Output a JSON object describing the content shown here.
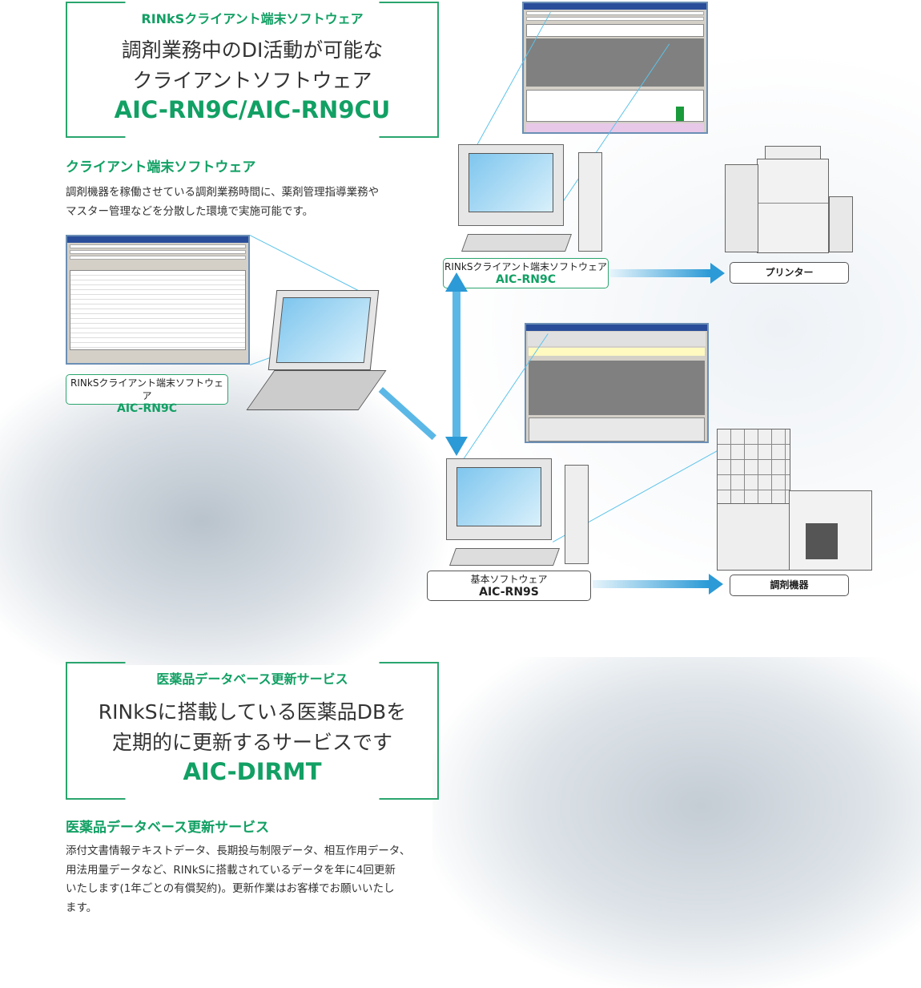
{
  "section1": {
    "kicker": "RINkSクライアント端末ソフトウェア",
    "headline_line1": "調剤業務中のDI活動が可能な",
    "headline_line2": "クライアントソフトウェア",
    "model": "AIC-RN9C/AIC-RN9CU",
    "subheading": "クライアント端末ソフトウェア",
    "body_line1": "調剤機器を稼働させている調剤業務時間に、薬剤管理指導業務や",
    "body_line2": "マスター管理などを分散した環境で実施可能です。"
  },
  "diagram": {
    "laptop_label": {
      "name": "RINkSクライアント端末ソフトウェア",
      "model": "AIC-RN9C"
    },
    "client_pc_label": {
      "name": "RINkSクライアント端末ソフトウェア",
      "model": "AIC-RN9C"
    },
    "base_pc_label": {
      "name": "基本ソフトウェア",
      "model": "AIC-RN9S"
    },
    "printer_label": "プリンター",
    "dispensing_label": "調剤機器"
  },
  "section2": {
    "kicker": "医薬品データベース更新サービス",
    "headline_line1": "RINkSに搭載している医薬品DBを",
    "headline_line2": "定期的に更新するサービスです",
    "model": "AIC-DIRMT",
    "subheading": "医薬品データベース更新サービス",
    "body_line1": "添付文書情報テキストデータ、長期投与制限データ、相互作用データ、",
    "body_line2": "用法用量データなど、RINkSに搭載されているデータを年に4回更新",
    "body_line3": "いたします(1年ごとの有償契約)。更新作業はお客様でお願いいたし",
    "body_line4": "ます。"
  },
  "colors": {
    "accent": "#12a064",
    "arrow": "#2b9ad6"
  }
}
